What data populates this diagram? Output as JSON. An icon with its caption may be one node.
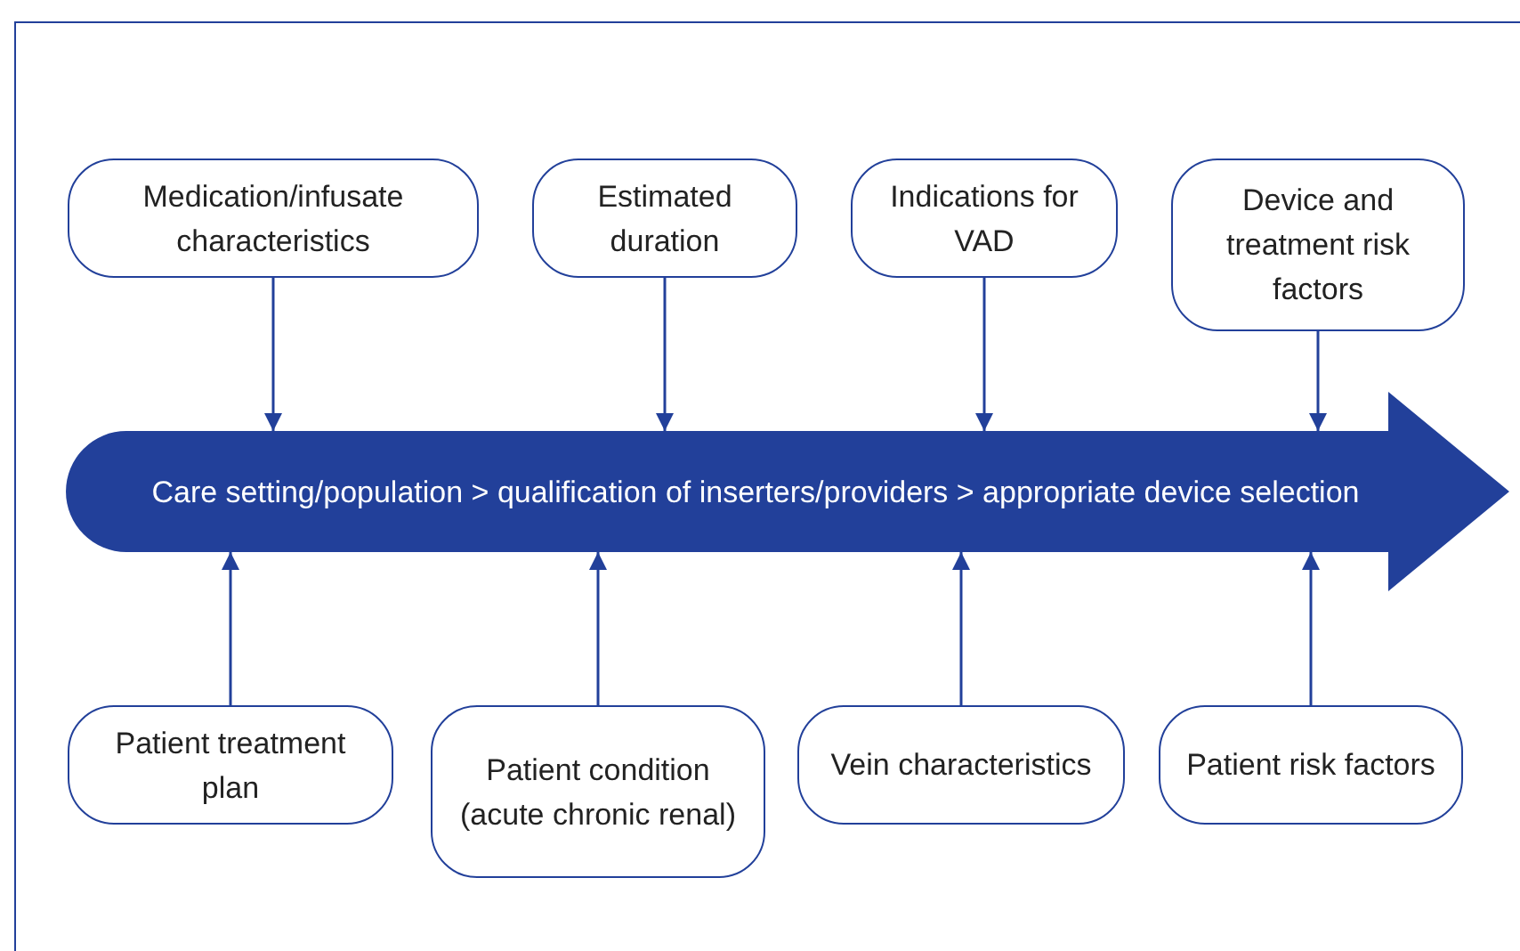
{
  "diagram": {
    "nodes": [
      {
        "text": [
          "Medication/infusate characteristics"
        ]
      },
      {
        "text": [
          "Estimated duration"
        ]
      },
      {
        "text": [
          "Indications for VAD"
        ]
      },
      {
        "text": [
          "Device and treatment risk factors"
        ]
      },
      {
        "text": [
          "Care setting/population > qualification of inserters/providers > appropriate device selection"
        ]
      },
      {
        "text": [
          "Patient treatment plan"
        ]
      },
      {
        "text": [
          "Patient condition (acute chronic renal)"
        ]
      },
      {
        "text": [
          "Vein characteristics"
        ]
      },
      {
        "text": [
          "Patient risk factors"
        ]
      }
    ],
    "edges": [
      {
        "from": 0,
        "to": 4,
        "arrow": "to"
      },
      {
        "from": 1,
        "to": 4,
        "arrow": "to"
      },
      {
        "from": 2,
        "to": 4,
        "arrow": "to"
      },
      {
        "from": 3,
        "to": 4,
        "arrow": "to"
      },
      {
        "from": 5,
        "to": 4,
        "arrow": "to"
      },
      {
        "from": 6,
        "to": 4,
        "arrow": "to"
      },
      {
        "from": 7,
        "to": 4,
        "arrow": "to"
      },
      {
        "from": 8,
        "to": 4,
        "arrow": "to"
      }
    ]
  }
}
